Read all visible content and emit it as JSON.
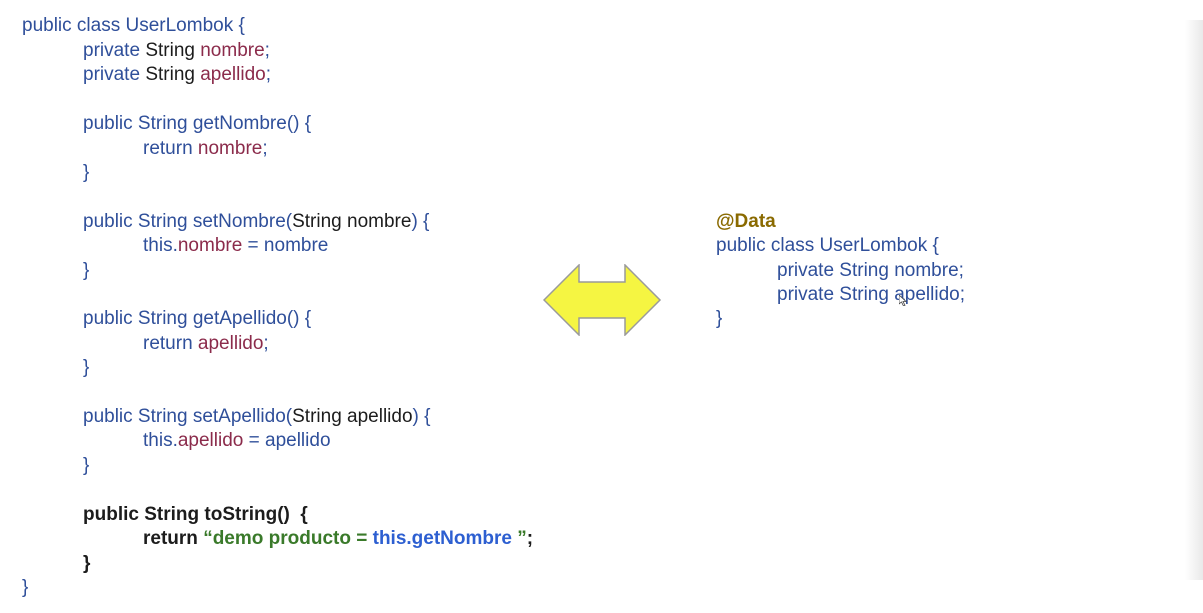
{
  "left_code": {
    "class_decl": {
      "kw": "public class ",
      "name": "UserLombok",
      "brace": " {"
    },
    "field1": {
      "kw": "private ",
      "type": "String ",
      "name": "nombre",
      "end": ";"
    },
    "field2": {
      "kw": "private ",
      "type": "String ",
      "name": "apellido",
      "end": ";"
    },
    "getNombre": {
      "sig": "public String getNombre() {",
      "ret_kw": "return ",
      "ret_val": "nombre",
      "ret_end": ";",
      "close": "}"
    },
    "setNombre": {
      "sig1": "public String setNombre(",
      "param": "String nombre",
      "sig2": ") {",
      "this_kw": "this.",
      "this_field": "nombre",
      "assign": " = nombre",
      "close": "}"
    },
    "getApellido": {
      "sig": "public String getApellido() {",
      "ret_kw": "return ",
      "ret_val": "apellido",
      "ret_end": ";",
      "close": "}"
    },
    "setApellido": {
      "sig1": "public String setApellido(",
      "param": "String apellido",
      "sig2": ") {",
      "this_kw": "this.",
      "this_field": "apellido",
      "assign": " = apellido",
      "close": "}"
    },
    "toString": {
      "sig": "public String toString()  {",
      "ret_kw": "return ",
      "str": "“demo producto = ",
      "call": "this.getNombre",
      "str_end": " ”",
      "semi": ";",
      "close": "}"
    },
    "class_close": "}"
  },
  "right_code": {
    "annotation": "@Data",
    "class_decl": "public class UserLombok {",
    "field1": "private String nombre;",
    "field2": "private String apellido;",
    "class_close": "}"
  },
  "colors": {
    "keyword": "#2f4f9a",
    "field": "#8b2b4b",
    "arrow_fill": "#f5f542",
    "arrow_stroke": "#9a9a9a"
  }
}
